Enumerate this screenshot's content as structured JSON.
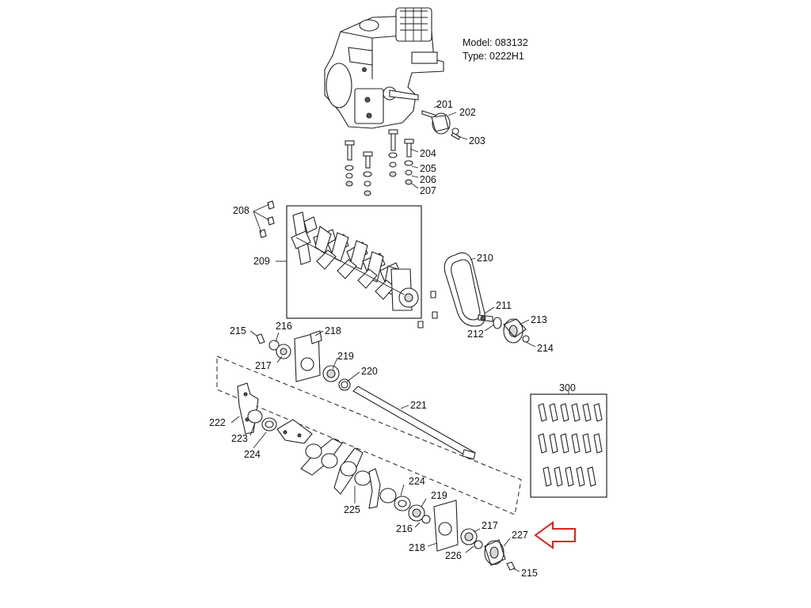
{
  "header": {
    "model": "Model: 083132",
    "type": "Type: 0222H1"
  },
  "callouts": [
    "201",
    "202",
    "203",
    "204",
    "205",
    "206",
    "207",
    "208",
    "209",
    "210",
    "211",
    "212",
    "213",
    "214",
    "215",
    "216",
    "217",
    "218",
    "219",
    "220",
    "221",
    "222",
    "223",
    "224",
    "225",
    "224",
    "219",
    "216",
    "218",
    "217",
    "226",
    "227",
    "215",
    "300"
  ],
  "highlight_arrow": {
    "color": "#e0201b",
    "points_to": "227"
  }
}
